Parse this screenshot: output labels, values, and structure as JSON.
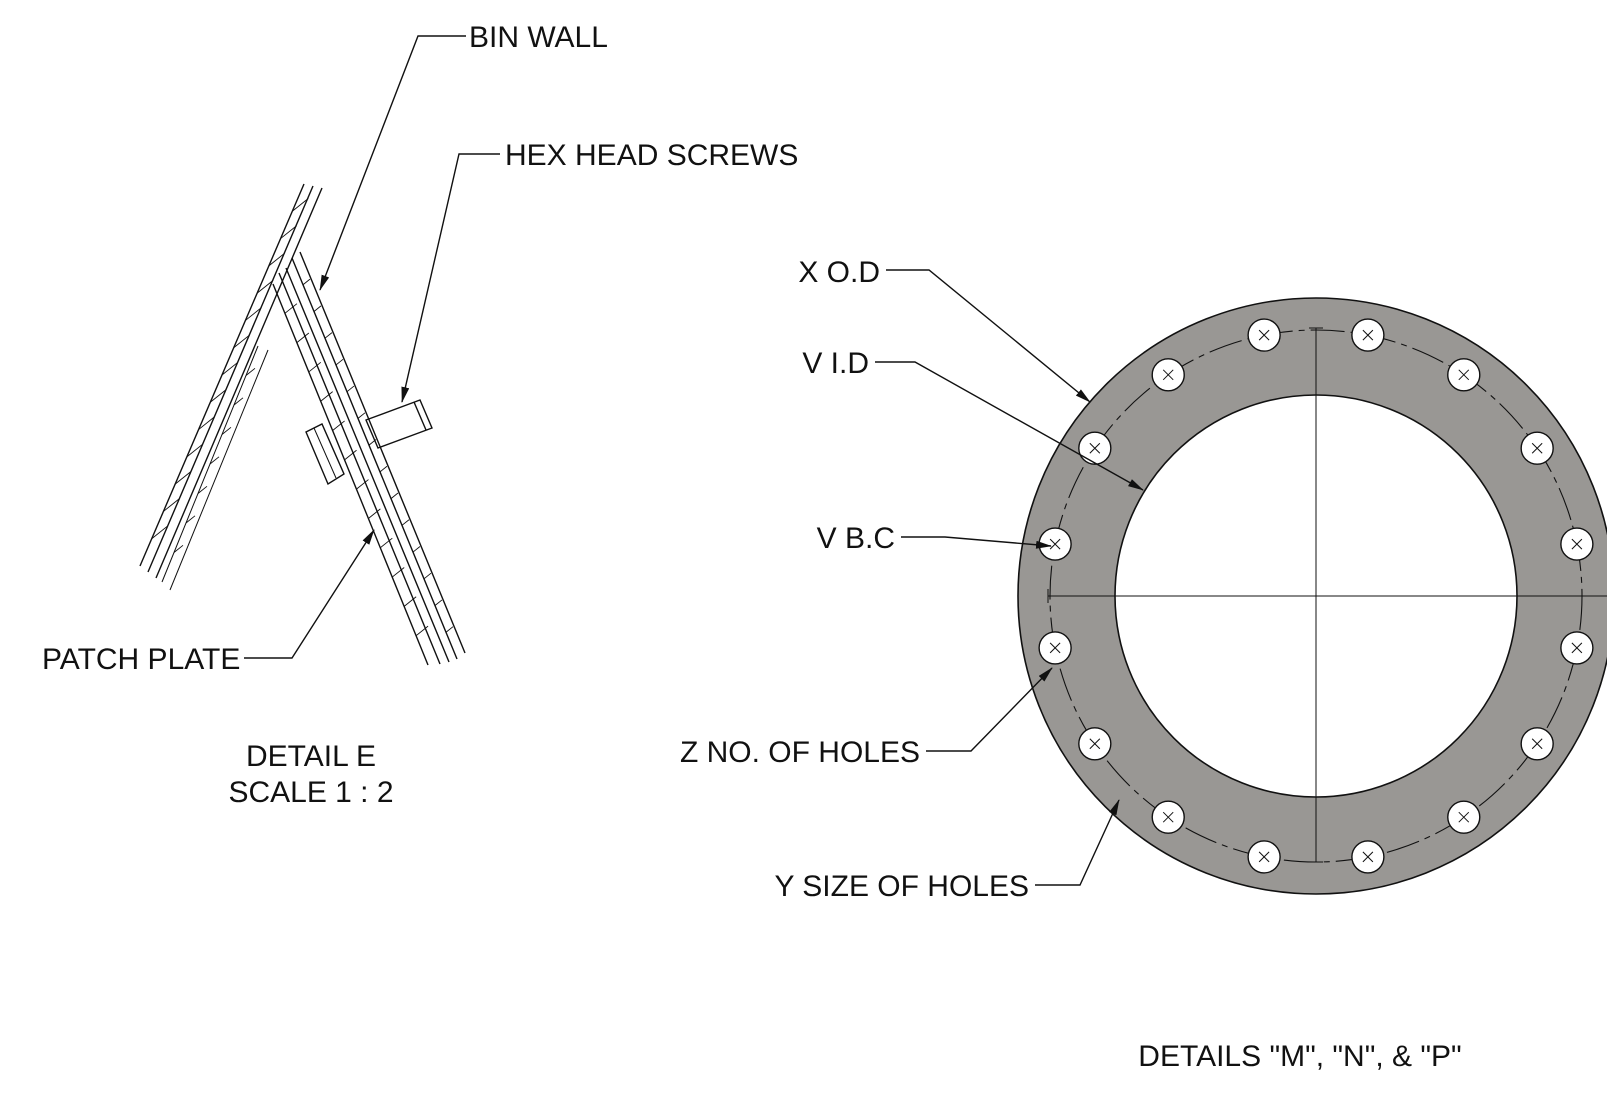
{
  "detail_e": {
    "callouts": {
      "bin_wall": "BIN WALL",
      "hex_head_screws": "HEX HEAD SCREWS",
      "patch_plate": "PATCH PLATE"
    },
    "title": "DETAIL E",
    "scale": "SCALE 1 : 2"
  },
  "flange": {
    "callouts": {
      "outer_diameter": "X O.D",
      "inner_diameter": "V I.D",
      "bolt_circle": "V B.C",
      "hole_count": "Z NO. OF HOLES",
      "hole_size": "Y SIZE OF HOLES"
    },
    "title": "DETAILS \"M\", \"N\", & \"P\"",
    "hole_count_drawn": 16,
    "colors": {
      "flange_fill": "#999794",
      "bore_fill": "#ffffff",
      "line": "#111111"
    }
  }
}
